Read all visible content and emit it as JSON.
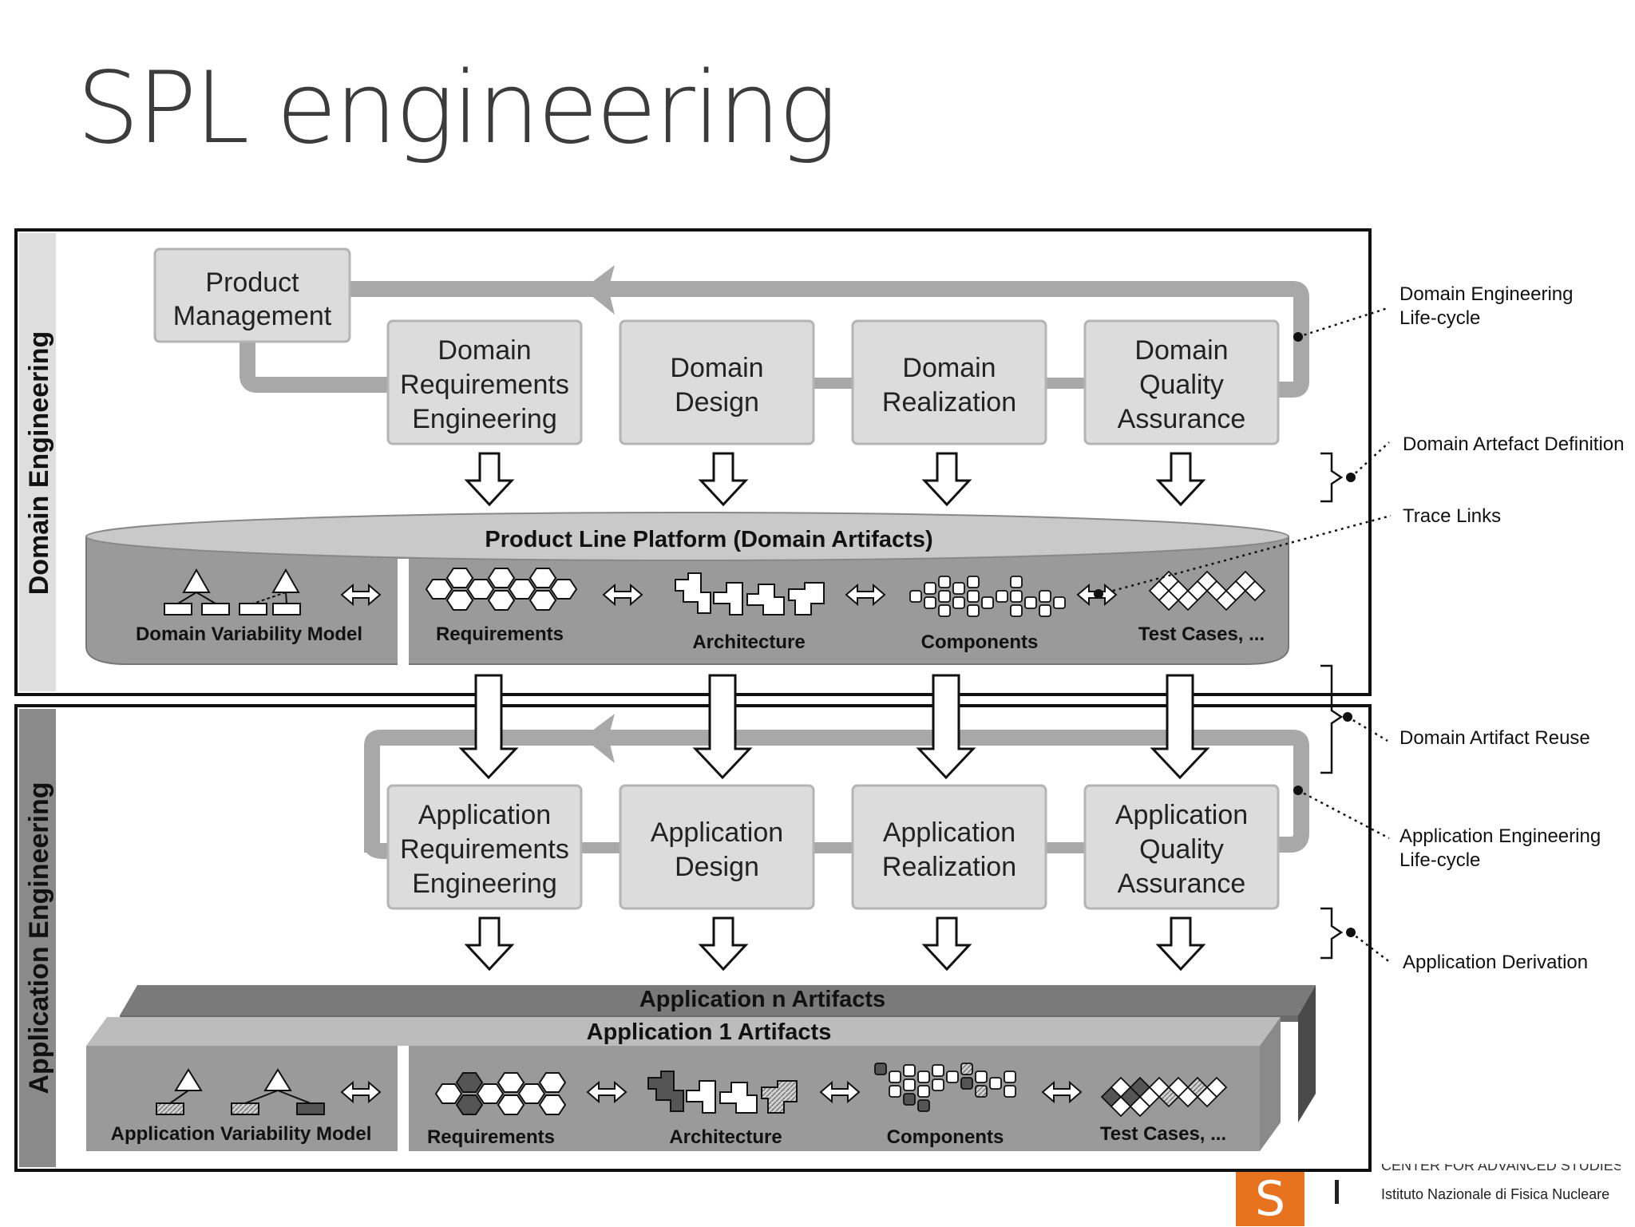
{
  "slide": {
    "title": "SPL engineering"
  },
  "domain_section": {
    "label": "Domain Engineering",
    "product_management": [
      "Product",
      "Management"
    ],
    "processes": [
      [
        "Domain",
        "Requirements",
        "Engineering"
      ],
      [
        "Domain",
        "Design"
      ],
      [
        "Domain",
        "Realization"
      ],
      [
        "Domain",
        "Quality",
        "Assurance"
      ]
    ],
    "platform_title": "Product Line Platform (Domain Artifacts)",
    "artifacts": [
      "Domain Variability Model",
      "Requirements",
      "Architecture",
      "Components",
      "Test Cases, ..."
    ]
  },
  "application_section": {
    "label": "Application Engineering",
    "processes": [
      [
        "Application",
        "Requirements",
        "Engineering"
      ],
      [
        "Application",
        "Design"
      ],
      [
        "Application",
        "Realization"
      ],
      [
        "Application",
        "Quality",
        "Assurance"
      ]
    ],
    "artifacts_n_title": "Application n Artifacts",
    "artifacts_1_title": "Application 1 Artifacts",
    "artifacts": [
      "Application Variability Model",
      "Requirements",
      "Architecture",
      "Components",
      "Test Cases, ..."
    ]
  },
  "annotations": {
    "domain_lifecycle": [
      "Domain Engineering",
      "Life-cycle"
    ],
    "domain_artefact_definition": "Domain Artefact Definition",
    "trace_links": "Trace Links",
    "domain_artifact_reuse": "Domain Artifact Reuse",
    "application_lifecycle": [
      "Application Engineering",
      "Life-cycle"
    ],
    "application_derivation": "Application Derivation"
  },
  "footer": {
    "institute": "Istituto Nazionale di Fisica Nucleare",
    "clipped": "CENTER FOR ADVANCED STUDIES",
    "logo_letter": "S"
  },
  "colors": {
    "box_fill": "#dcdcdc",
    "box_stroke": "#b4b4b4",
    "platform_body": "#9a9a9a",
    "platform_top": "#c9c9c9",
    "accent": "#e8731e"
  }
}
